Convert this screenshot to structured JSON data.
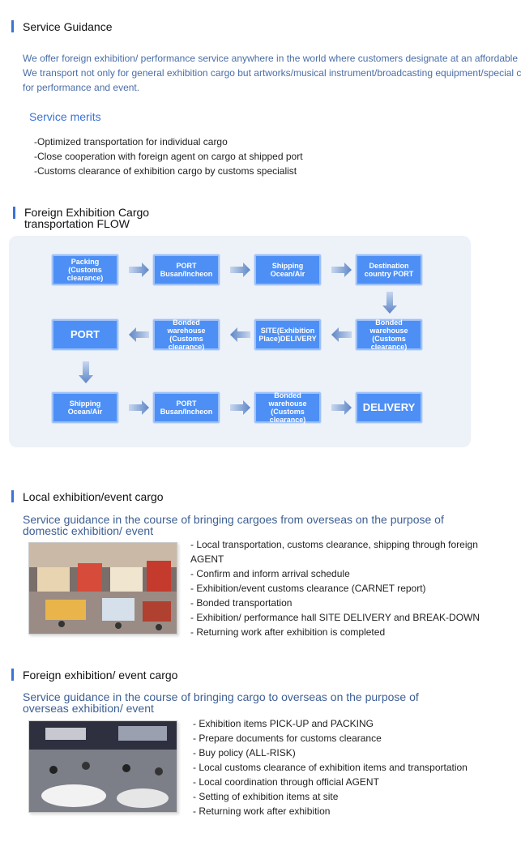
{
  "service_guidance": {
    "title": "Service Guidance",
    "intro_lines": [
      "We offer foreign exhibition/ performance service anywhere in the world where customers designate at an affordable",
      "We transport not only for general exhibition cargo but artworks/musical instrument/broadcasting equipment/special c",
      "for performance and event."
    ]
  },
  "merits": {
    "title": "Service merits",
    "items": [
      "-Optimized transportation for individual cargo",
      "-Close cooperation with foreign agent on cargo at shipped port",
      "-Customs clearance of exhibition cargo by customs specialist"
    ]
  },
  "flow": {
    "title_line1": "Foreign Exhibition Cargo",
    "title_line2": "transportation FLOW",
    "row1": [
      "Packing\n(Customs\nclearance)",
      "PORT\nBusan/Incheon",
      "Shipping\nOcean/Air",
      "Destination\ncountry PORT"
    ],
    "row2": [
      "PORT",
      "Bonded warehouse\n(Customs clearance)",
      "SITE(Exhibition\nPlace)DELIVERY",
      "Bonded warehouse\n(Customs clearance)"
    ],
    "row3": [
      "Shipping\nOcean/Air",
      "PORT\nBusan/Incheon",
      "Bonded warehouse\n(Customs clearance)",
      "DELIVERY"
    ]
  },
  "local": {
    "title": "Local exhibition/event cargo",
    "subtitle_line1": "Service guidance in the course of bringing cargoes from overseas on the purpose of",
    "subtitle_line2": "domestic exhibition/ event",
    "items": [
      "- Local transportation, customs clearance, shipping through foreign",
      "AGENT",
      "- Confirm and inform arrival schedule",
      "- Exhibition/event customs clearance (CARNET report)",
      "- Bonded transportation",
      "- Exhibition/ performance hall SITE DELIVERY and BREAK-DOWN",
      "- Returning work after exhibition is completed"
    ]
  },
  "foreign": {
    "title": "Foreign exhibition/ event cargo",
    "subtitle_line1": "Service guidance in the course of bringing cargo to overseas on the purpose of",
    "subtitle_line2": "overseas exhibition/ event",
    "items": [
      "- Exhibition items PICK-UP and PACKING",
      "- Prepare documents for customs clearance",
      "- Buy policy (ALL-RISK)",
      "- Local customs clearance of exhibition items and transportation",
      "- Local coordination through official AGENT",
      "- Setting of exhibition items at site",
      "- Returning work after exhibition"
    ]
  },
  "colors": {
    "accent": "#3b73d6",
    "box_fill": "#4d8ff5",
    "panel": "#edf1f8"
  }
}
